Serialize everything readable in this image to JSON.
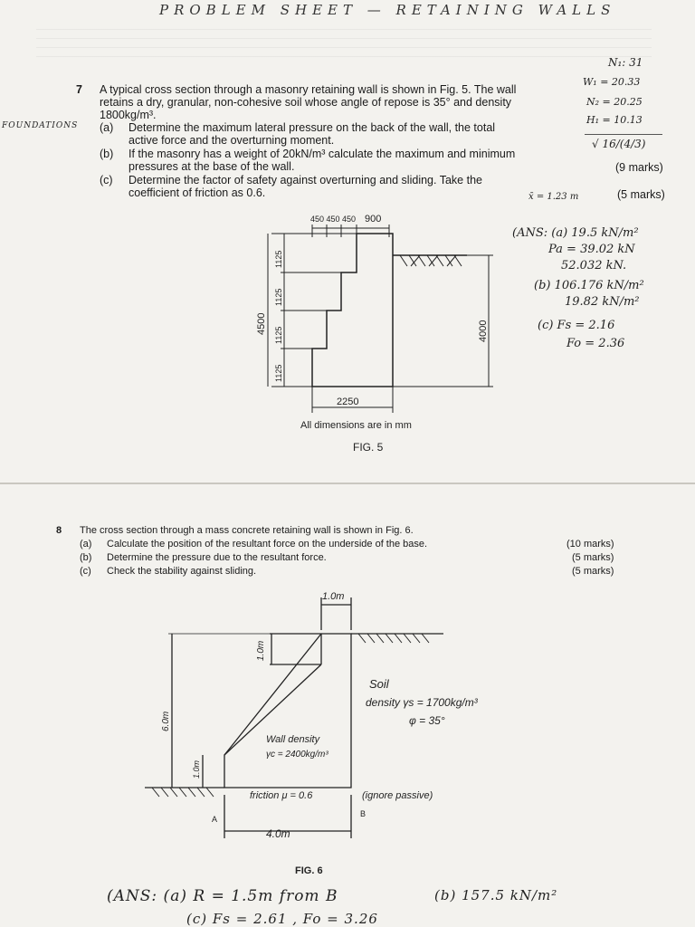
{
  "header": {
    "title": "PROBLEM SHEET — RETAINING WALLS"
  },
  "margin_note": {
    "foundations": "FOUNDATIONS"
  },
  "q7": {
    "number": "7",
    "intro_1": "A typical cross section through a masonry retaining wall is shown in Fig. 5. The wall",
    "intro_2": "retains a dry, granular, non-cohesive soil whose angle of repose is 35° and density",
    "intro_3": "1800kg/m³.",
    "a_label": "(a)",
    "a_1": "Determine the maximum lateral pressure on the back of the wall, the total",
    "a_2": "active force and the overturning moment.",
    "b_label": "(b)",
    "b_1": "If the masonry has a weight of 20kN/m³ calculate the maximum and minimum",
    "b_2": "pressures at the base of the wall.",
    "b_marks": "(9 marks)",
    "c_label": "(c)",
    "c_1": "Determine the factor of safety against overturning and sliding. Take the",
    "c_2": "coefficient of friction as 0.6.",
    "c_marks": "(5 marks)"
  },
  "q7_notes": {
    "n1": "N₁: 31",
    "n2": "W₁ = 20.33",
    "n3": "N₂ = 20.25",
    "n4": "H₁ = 10.13",
    "n5": "√ 16/(4/3)",
    "n6": "x̄ = 1.23 m",
    "ans_1": "(ANS: (a) 19.5 kN/m²",
    "ans_2": "Pa = 39.02 kN",
    "ans_3": "52.032 kN.",
    "ans_4": "(b) 106.176 kN/m²",
    "ans_5": "19.82 kN/m²",
    "ans_6": "(c) Fs = 2.16",
    "ans_7": "Fo = 2.36"
  },
  "fig5": {
    "top_steps": "450 450 450",
    "top_width": "900",
    "dim_total_height": "4500",
    "step_1": "1125",
    "step_2": "1125",
    "step_3": "1125",
    "step_4": "1125",
    "retained_height": "4000",
    "base_width": "2250",
    "note": "All dimensions are in mm",
    "caption": "FIG. 5"
  },
  "q8": {
    "number": "8",
    "intro": "The cross section through a mass concrete retaining wall is shown in Fig. 6.",
    "a_label": "(a)",
    "a_text": "Calculate the position of the resultant force on the underside of the base.",
    "a_marks": "(10 marks)",
    "b_label": "(b)",
    "b_text": "Determine the pressure due to the resultant force.",
    "b_marks": "(5 marks)",
    "c_label": "(c)",
    "c_text": "Check the stability against sliding.",
    "c_marks": "(5 marks)"
  },
  "fig6": {
    "top_width": "1.0m",
    "top_height": "1.0m",
    "total_height": "6.0m",
    "toe_height": "1.0m",
    "soil_1": "Soil",
    "soil_2": "density γs = 1700kg/m³",
    "soil_3": "φ = 35°",
    "wall_1": "Wall density",
    "wall_2": "γc = 2400kg/m³",
    "friction": "friction μ = 0.6",
    "ignore": "(ignore passive)",
    "point_a": "A",
    "point_b": "B",
    "base_width": "4.0m",
    "caption": "FIG. 6"
  },
  "q8_answer": {
    "line_1a": "(ANS: (a) R = 1.5m from B",
    "line_1b": "(b) 157.5 kN/m²",
    "line_2": "(c) Fs = 2.61 , Fo = 3.26"
  }
}
